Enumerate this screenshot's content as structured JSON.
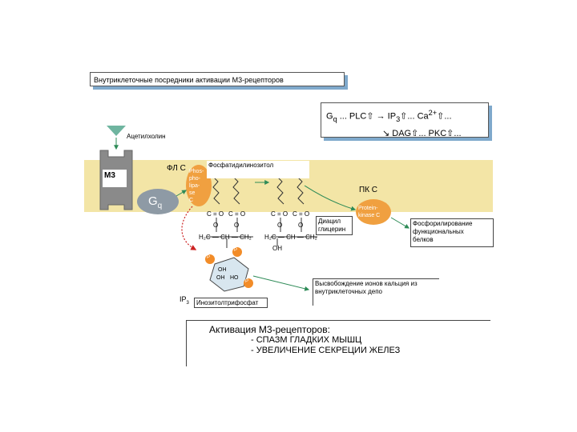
{
  "title": "Внутриклеточные посредники активации М3-рецепторов",
  "formula": {
    "line1_gq": "G",
    "line1_sub": "q",
    "line1_rest": " ... PLC⇧ → IP",
    "line1_ip_sub": "3",
    "line1_tail": "⇧... Ca",
    "line1_sup": "2+",
    "line1_end": "⇧...",
    "line2": "↘ DAG⇧... PKC⇧..."
  },
  "labels": {
    "acetylcholine": "Ацетилхолин",
    "m3": "М3",
    "gq_main": "G",
    "gq_sub": "q",
    "flc": "ФЛ С",
    "phosphatidylinositol": "Фосфатидилинозитол",
    "plc_enzyme": [
      "Phos-",
      "pho-",
      "lipa-",
      "se",
      "C"
    ],
    "pkc": "ПК С",
    "pkc_enzyme": [
      "Protein-",
      "kinase C"
    ],
    "diacylglycerol": [
      "Диацил",
      "глицерин"
    ],
    "phosphorylation": [
      "Фосфорилирование",
      "функциональных",
      "белков"
    ],
    "calcium_release": [
      "Высвобождение ионов кальция из",
      "внутриклеточных депо"
    ],
    "ip3": "IP",
    "ip3_sub": "3",
    "inositol_triphosphate": "Инозитолтрифосфат",
    "oh": "OH",
    "p": "P",
    "ho": "HO"
  },
  "result": {
    "title": "Активация М3-рецепторов:",
    "items": [
      "- СПАЗМ ГЛАДКИХ МЫШЦ",
      "- УВЕЛИЧЕНИЕ СЕКРЕЦИИ ЖЕЛЕЗ"
    ]
  },
  "colors": {
    "membrane": "#f3e5a6",
    "enzyme": "#f0a040",
    "phosphate": "#f28c28",
    "receptor": "#888888",
    "arrow": "#2e8b57",
    "dotted_arrow": "#cc2222",
    "shadow": "#7fa9cc"
  }
}
